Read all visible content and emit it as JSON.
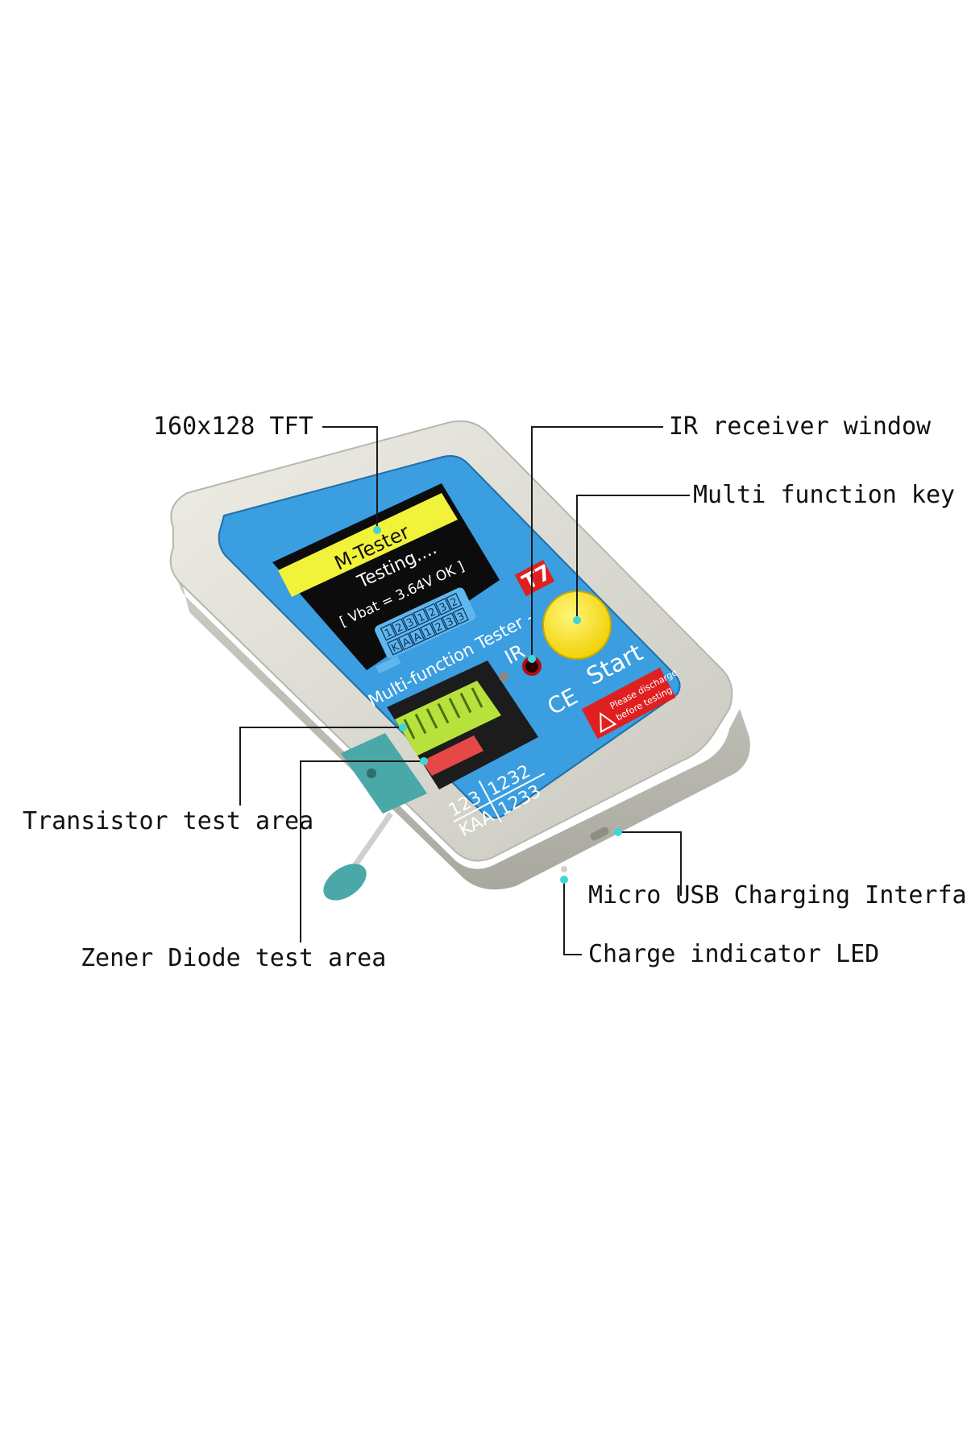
{
  "callouts": {
    "tft": "160x128 TFT",
    "ir_window": "IR receiver window",
    "multi_key": "Multi function key",
    "transistor": "Transistor test area",
    "zener": "Zener Diode test area",
    "usb": "Micro USB Charging Interface",
    "led": "Charge indicator LED"
  },
  "device": {
    "screen_title": "M-Tester",
    "screen_status": "Testing....",
    "screen_vbat": "[ Vbat = 3.64V OK ]",
    "pin_row1": [
      "1",
      "2",
      "3",
      "1",
      "2",
      "3",
      "2"
    ],
    "pin_row2": [
      "K",
      "A",
      "A",
      "1",
      "2",
      "3",
      "3"
    ],
    "model_name": "Multi-function Tester -",
    "model_badge": "T7",
    "ir_label": "IR",
    "start_label": "Start",
    "ce_mark": "CE",
    "warning_line1": "Please discharge",
    "warning_line2": "before testing",
    "socket_row1_left": "123",
    "socket_row1_right": "1232",
    "socket_row2_left": "KAA",
    "socket_row2_right": "1233"
  },
  "colors": {
    "panel_blue": "#3a9ee0",
    "case_gray": "#d9d8d0",
    "title_yellow": "#f1f23a",
    "key_yellow": "#ffe600",
    "socket_green": "#b7e23c",
    "socket_lever": "#4aa8a8",
    "badge_red": "#e02020",
    "pointer_dot": "#3fd6d6"
  }
}
